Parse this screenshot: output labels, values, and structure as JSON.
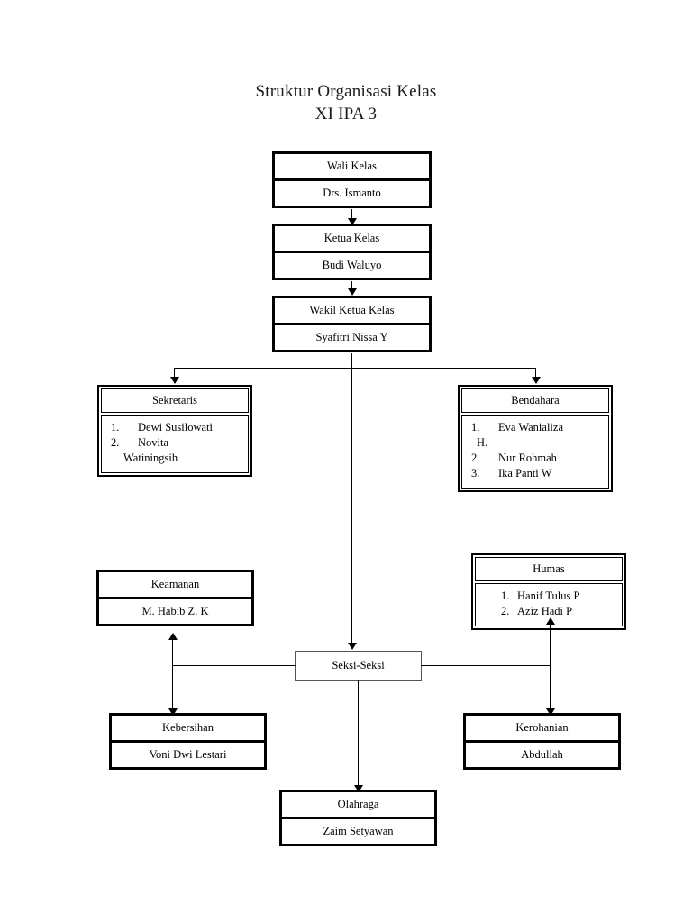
{
  "document": {
    "title_line1": "Struktur Organisasi Kelas",
    "title_line2": "XI IPA 3"
  },
  "chart_data": {
    "type": "diagram",
    "diagram_type": "organizational-chart",
    "title": "Struktur Organisasi Kelas XI IPA 3",
    "nodes": [
      {
        "id": "wali",
        "role": "Wali Kelas",
        "name": "Drs. Ismanto"
      },
      {
        "id": "ketua",
        "role": "Ketua Kelas",
        "name": "Budi Waluyo"
      },
      {
        "id": "wakil",
        "role": "Wakil Ketua Kelas",
        "name": "Syafitri Nissa Y"
      },
      {
        "id": "sekretaris",
        "role": "Sekretaris",
        "members": [
          "Dewi Susilowati",
          "Novita Watiningsih"
        ]
      },
      {
        "id": "bendahara",
        "role": "Bendahara",
        "members": [
          "Eva Wanializa H.",
          "Nur Rohmah",
          "Ika Panti W"
        ]
      },
      {
        "id": "seksi",
        "role": "Seksi-Seksi"
      },
      {
        "id": "keamanan",
        "role": "Keamanan",
        "name": "M. Habib Z. K"
      },
      {
        "id": "humas",
        "role": "Humas",
        "members": [
          "Hanif Tulus P",
          "Aziz Hadi P"
        ]
      },
      {
        "id": "kebersihan",
        "role": "Kebersihan",
        "name": "Voni Dwi Lestari"
      },
      {
        "id": "kerohanian",
        "role": "Kerohanian",
        "name": "Abdullah"
      },
      {
        "id": "olahraga",
        "role": "Olahraga",
        "name": "Zaim Setyawan"
      }
    ],
    "edges": [
      {
        "from": "wali",
        "to": "ketua",
        "style": "arrow-down"
      },
      {
        "from": "ketua",
        "to": "wakil",
        "style": "arrow-down"
      },
      {
        "from": "wakil",
        "to": "sekretaris",
        "style": "arrow-down"
      },
      {
        "from": "wakil",
        "to": "bendahara",
        "style": "arrow-down"
      },
      {
        "from": "wakil",
        "to": "seksi",
        "style": "arrow-down"
      },
      {
        "from": "seksi",
        "to": "keamanan",
        "style": "arrow-up"
      },
      {
        "from": "seksi",
        "to": "kebersihan",
        "style": "arrow-down"
      },
      {
        "from": "seksi",
        "to": "humas",
        "style": "arrow-up"
      },
      {
        "from": "seksi",
        "to": "kerohanian",
        "style": "arrow-down"
      },
      {
        "from": "seksi",
        "to": "olahraga",
        "style": "arrow-down"
      }
    ]
  },
  "nodes": {
    "wali": {
      "role": "Wali Kelas",
      "name": "Drs. Ismanto"
    },
    "ketua": {
      "role": "Ketua Kelas",
      "name": "Budi Waluyo"
    },
    "wakil": {
      "role": "Wakil Ketua Kelas",
      "name": "Syafitri Nissa Y"
    },
    "sekretaris": {
      "role": "Sekretaris",
      "members": [
        {
          "num": "1.",
          "name": "Dewi Susilowati"
        },
        {
          "num": "2.",
          "name": "Novita"
        },
        {
          "num": "",
          "name": "Watiningsih"
        }
      ]
    },
    "bendahara": {
      "role": "Bendahara",
      "members": [
        {
          "num": "1.",
          "name": "Eva Wanializa"
        },
        {
          "num": "",
          "name": "H."
        },
        {
          "num": "2.",
          "name": "Nur Rohmah"
        },
        {
          "num": "3.",
          "name": "Ika Panti W"
        }
      ]
    },
    "seksi": {
      "role": "Seksi-Seksi"
    },
    "keamanan": {
      "role": "Keamanan",
      "name": "M. Habib Z. K"
    },
    "humas": {
      "role": "Humas",
      "members": [
        {
          "num": "1.",
          "name": "Hanif Tulus P"
        },
        {
          "num": "2.",
          "name": "Aziz Hadi P"
        }
      ]
    },
    "kebersihan": {
      "role": "Kebersihan",
      "name": "Voni Dwi Lestari"
    },
    "kerohanian": {
      "role": "Kerohanian",
      "name": "Abdullah"
    },
    "olahraga": {
      "role": "Olahraga",
      "name": "Zaim Setyawan"
    }
  },
  "colors": {
    "border": "#000000",
    "hub_border": "#555555",
    "text": "#000000",
    "background": "#ffffff"
  }
}
